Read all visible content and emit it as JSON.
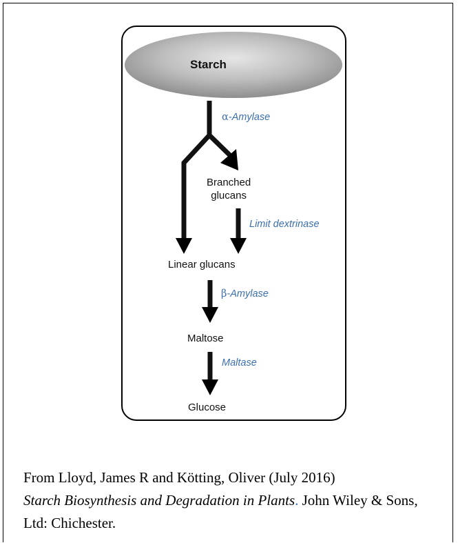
{
  "diagram": {
    "nodes": {
      "starch": "Starch",
      "branched_glucans_line1": "Branched",
      "branched_glucans_line2": "glucans",
      "linear_glucans": "Linear glucans",
      "maltose": "Maltose",
      "glucose": "Glucose"
    },
    "enzymes": {
      "alpha_amylase_symbol": "α",
      "alpha_amylase_name": "-Amylase",
      "limit_dextrinase": "Limit dextrinase",
      "beta_amylase_symbol": "β",
      "beta_amylase_name": "-Amylase",
      "maltase": "Maltase"
    },
    "colors": {
      "enzyme_text": "#3b6fb0",
      "arrow": "#111111",
      "ellipse_fill": "#b9b9b9"
    }
  },
  "caption": {
    "prefix": "From Lloyd, James R and Kötting, Oliver (July 2016)",
    "title": "Starch Biosynthesis and Degradation in Plants",
    "title_dot": ".",
    "suffix": " John Wiley & Sons, Ltd: Chichester."
  }
}
